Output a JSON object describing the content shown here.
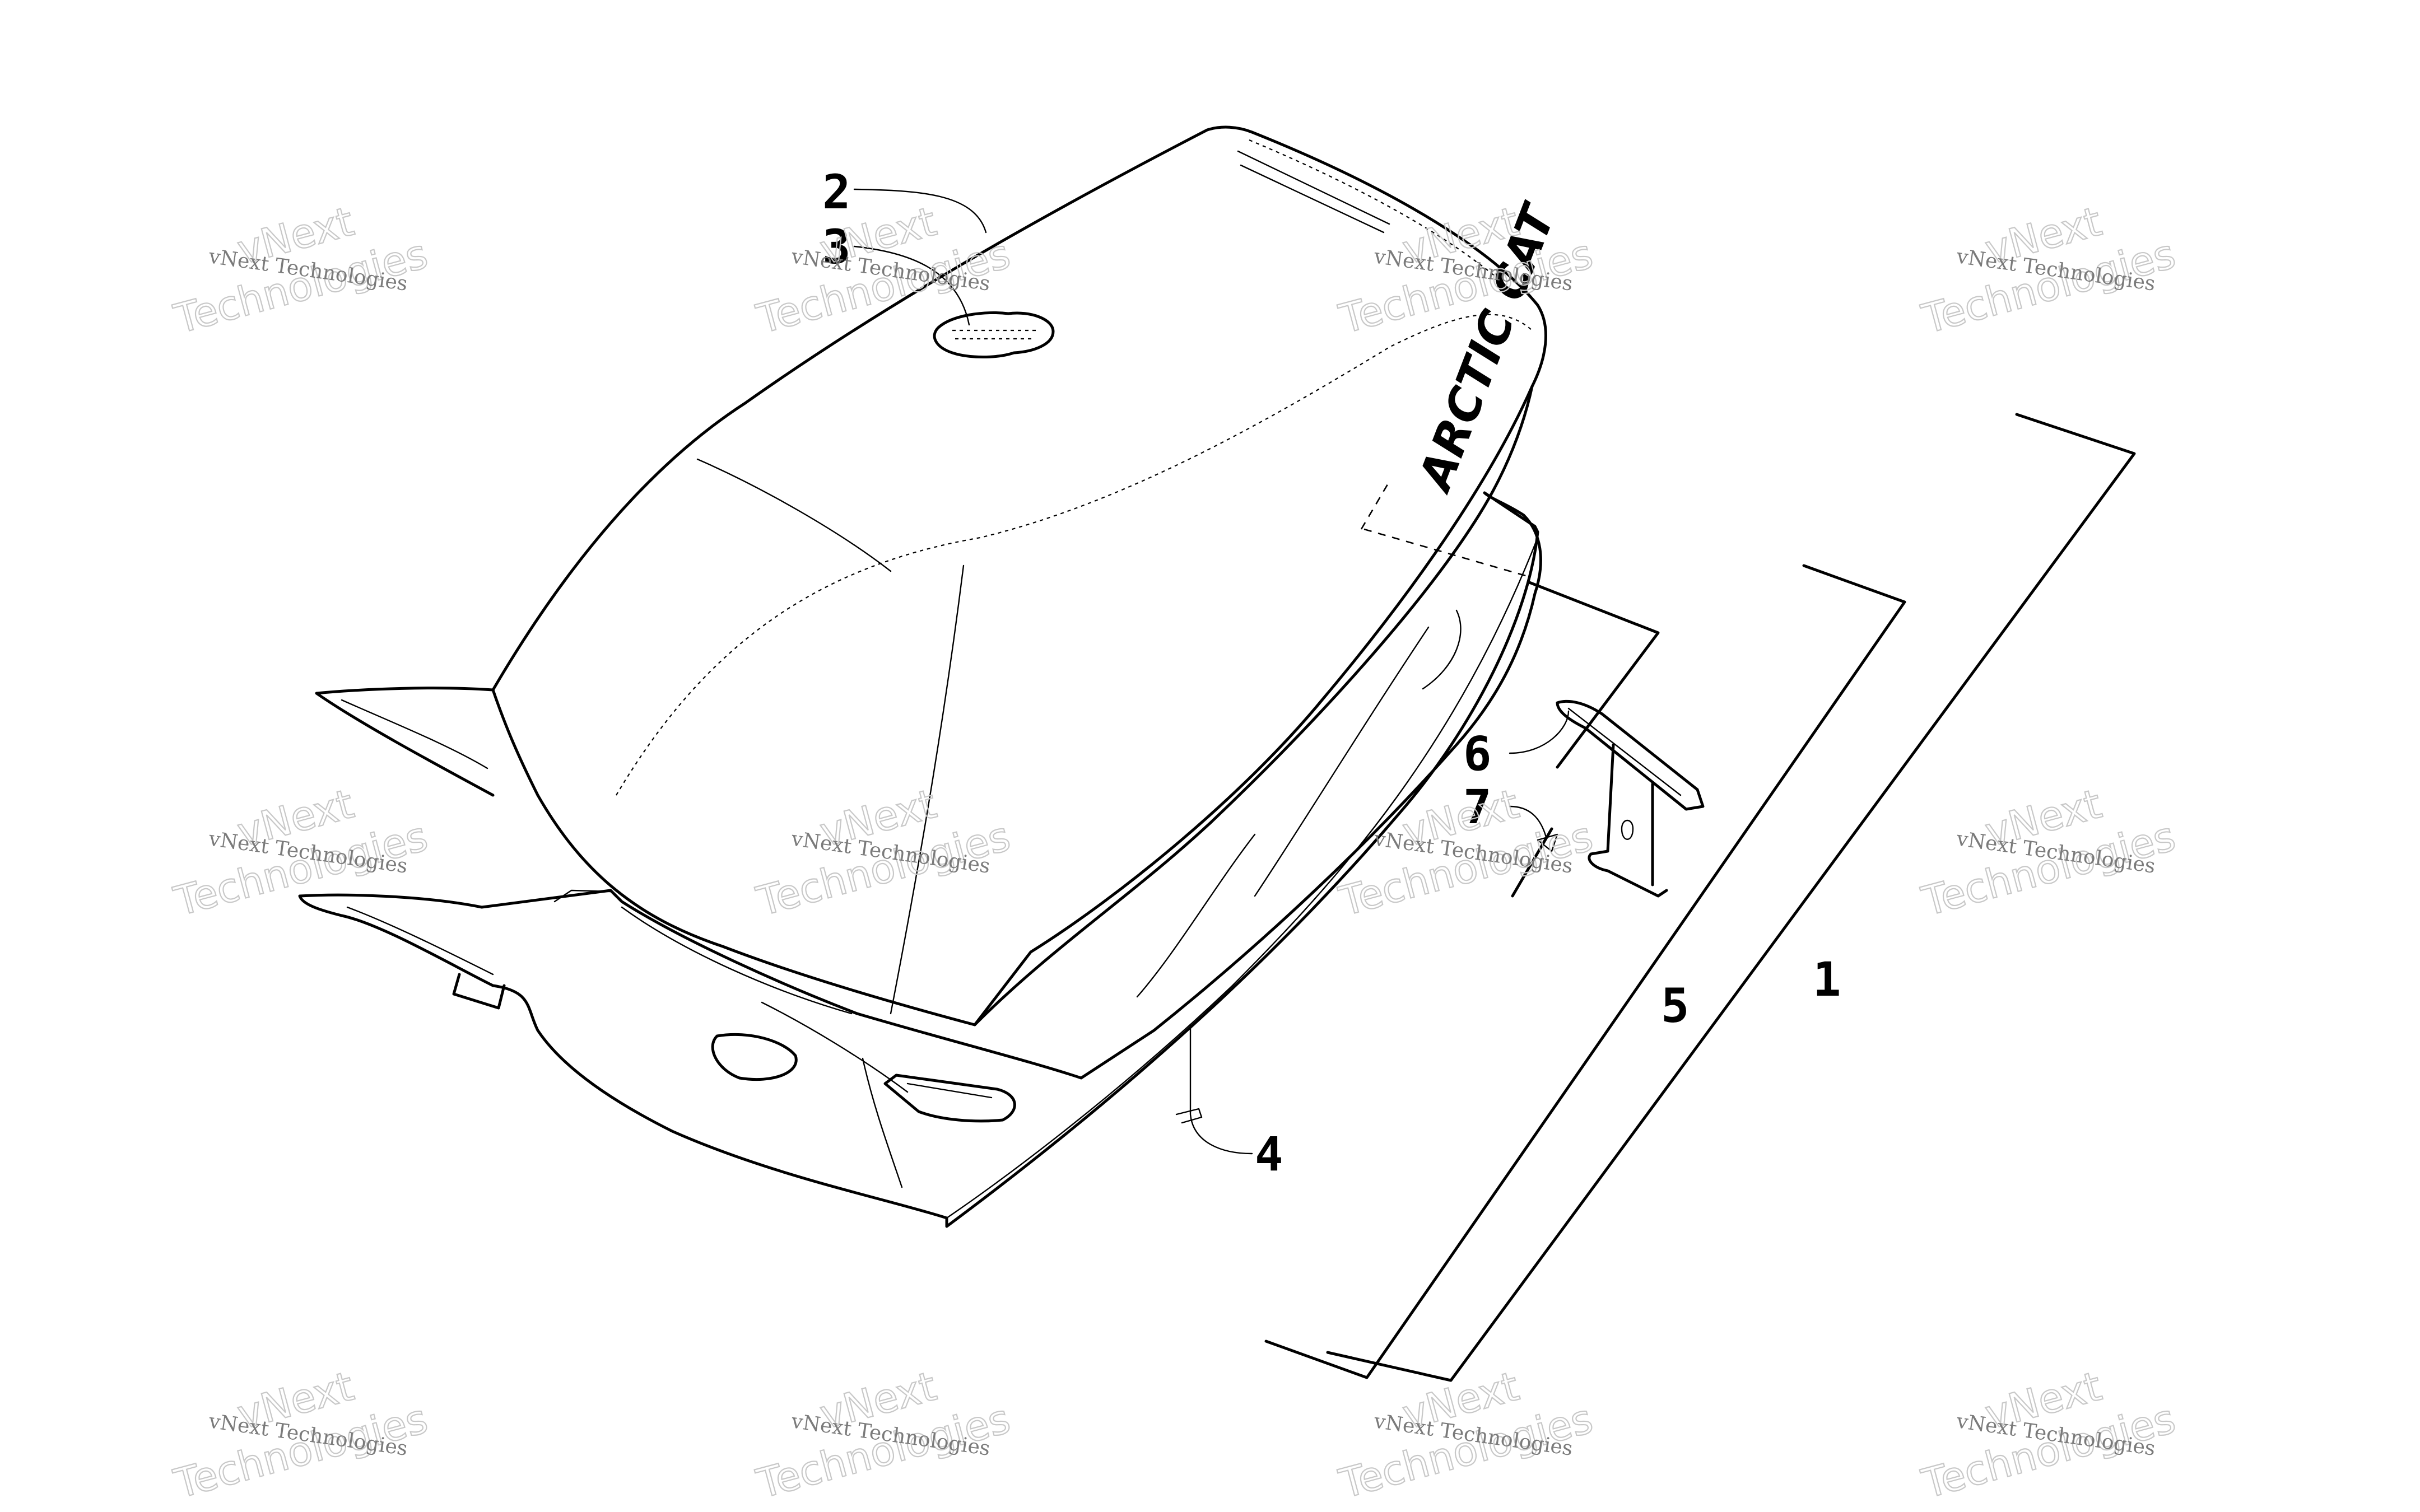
{
  "diagram": {
    "brand_label": "ARCTIC CAT",
    "callouts": [
      {
        "id": "1",
        "label": "1"
      },
      {
        "id": "2",
        "label": "2"
      },
      {
        "id": "3",
        "label": "3"
      },
      {
        "id": "4",
        "label": "4"
      },
      {
        "id": "5",
        "label": "5"
      },
      {
        "id": "6",
        "label": "6"
      },
      {
        "id": "7",
        "label": "7"
      }
    ]
  },
  "watermark": {
    "line1": "vNext",
    "line2": "Technologies",
    "line3": "vNext Technologies"
  }
}
